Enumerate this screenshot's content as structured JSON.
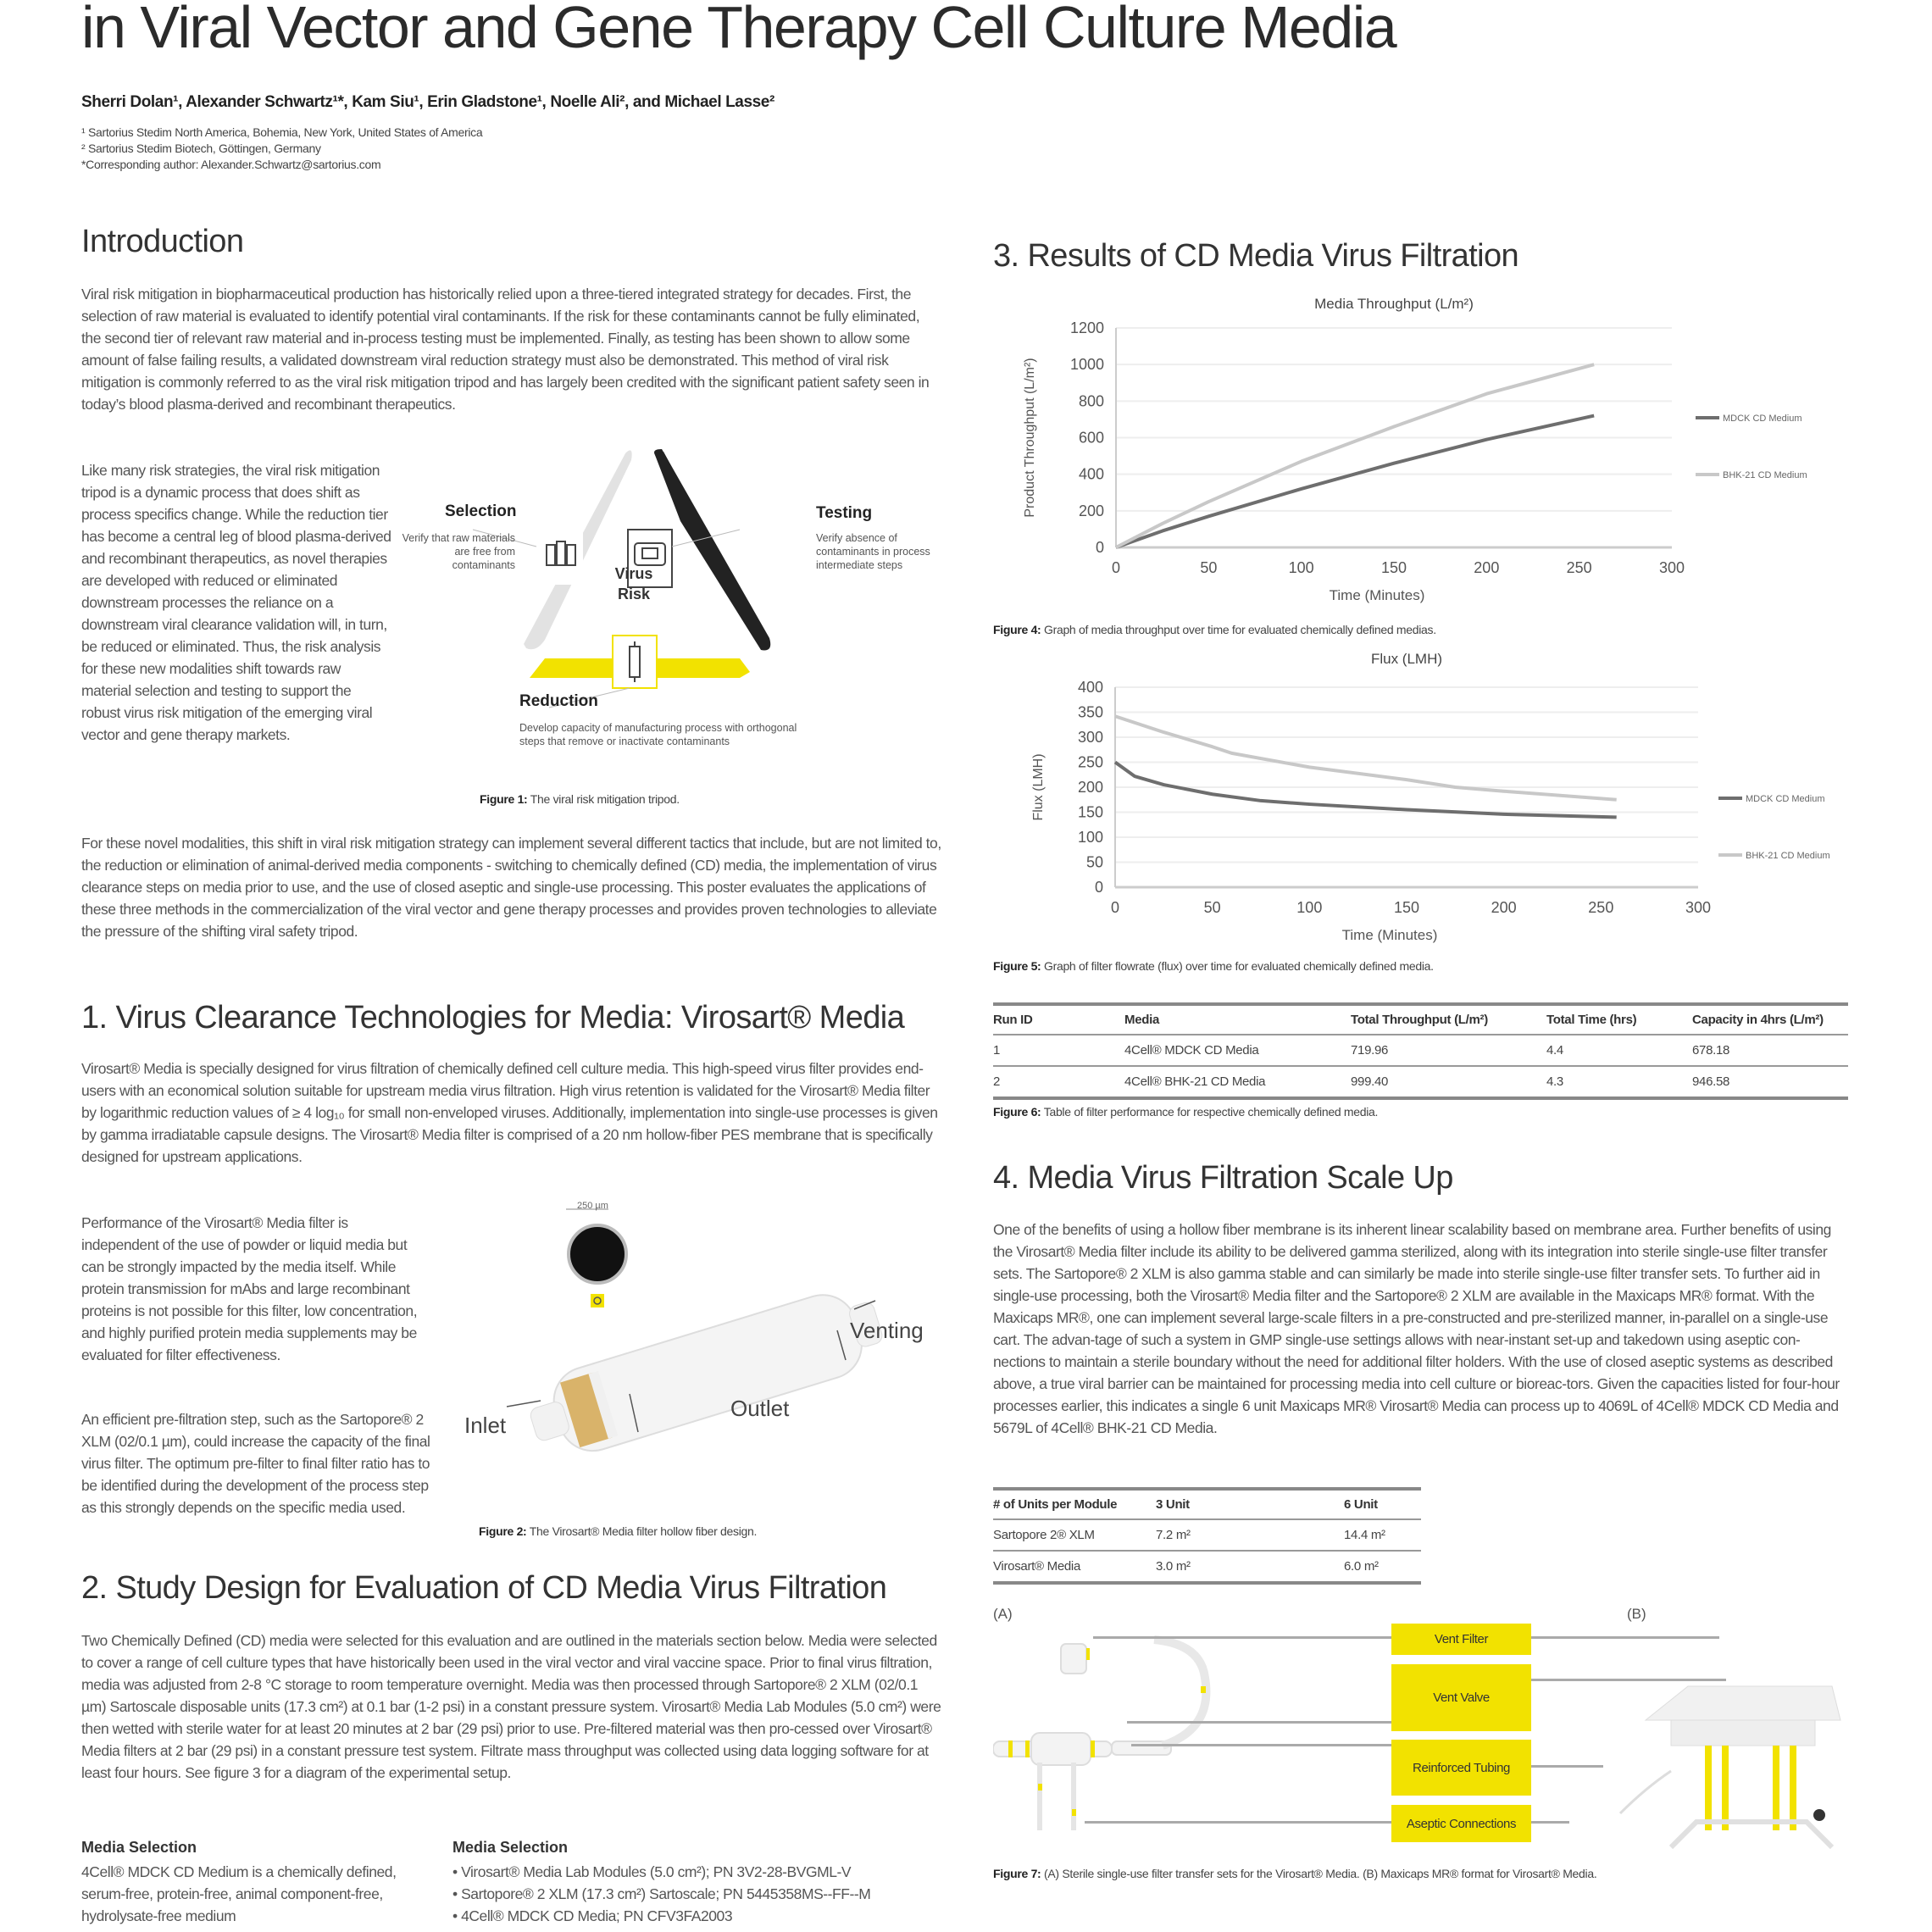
{
  "title_line": "in Viral Vector and Gene Therapy Cell Culture Media",
  "authors": "Sherri Dolan¹, Alexander Schwartz¹*, Kam Siu¹, Erin Gladstone¹, Noelle Ali², and Michael Lasse²",
  "affiliations": [
    "¹ Sartorius Stedim North America, Bohemia, New York, United States of America",
    "² Sartorius Stedim Biotech, Göttingen, Germany",
    "*Corresponding author: Alexander.Schwartz@sartorius.com"
  ],
  "intro": {
    "heading": "Introduction",
    "p1": "Viral risk mitigation in biopharmaceutical production has historically relied upon a three-tiered integrated strategy for decades. First, the selection of raw material is evaluated to identify potential viral contaminants.  If the risk for these contaminants cannot be fully eliminated, the second tier of relevant raw material and in-process testing must be implemented. Finally, as testing has been shown to allow some amount of false failing results, a validated downstream viral reduction strategy must also be demonstrated. This method of viral risk mitigation is commonly referred to as the viral risk mitigation tripod and has largely been credited with the significant patient safety seen in today’s blood plasma-derived and recombinant therapeutics.",
    "p2": "Like many risk strategies, the viral risk mitigation tripod is a dynamic process that does shift as process specifics change.  While the reduction tier has become a central leg of blood plasma-derived and recombinant therapeutics, as novel therapies are developed with reduced or eliminated downstream processes the reliance on a downstream viral clearance validation will, in turn, be reduced or eliminated. Thus, the risk analysis for these new modalities shift towards raw material selection and testing to support the robust virus risk mitigation of the emerging viral vector and gene therapy markets.",
    "p3": "For these novel modalities, this shift in viral risk mitigation strategy can implement several different tactics that include, but are not limited to, the reduction or elimination of animal-derived media components - switching to chemically defined (CD) media, the implementation of virus clearance steps on media prior to use, and the use of closed aseptic and single-use processing. This poster evaluates the applications of these three methods in the commercialization of the viral vector and gene therapy processes and provides proven technologies to alleviate the pressure of the shifting viral safety tripod."
  },
  "figure1": {
    "selection_title": "Selection",
    "selection_text": "Verify that raw materials are free from contaminants",
    "testing_title": "Testing",
    "testing_text": "Verify absence of contaminants in process intermediate steps",
    "center": "Virus Risk",
    "reduction_title": "Reduction",
    "reduction_text": "Develop capacity of manufacturing process with orthogonal steps that remove or inactivate contaminants",
    "caption_label": "Figure 1:",
    "caption": " The viral risk mitigation tripod.",
    "colors": {
      "selection": "#e2e2e2",
      "testing": "#222222",
      "reduction": "#f2e200"
    }
  },
  "section1": {
    "heading": "1. Virus Clearance Technologies for Media: Virosart® Media",
    "p1": "Virosart® Media is specially designed for virus filtration of chemically defined cell culture media. This high-speed virus filter provides end-users with an economical solution suitable for upstream media virus filtration. High virus retention is validated for the Virosart® Media filter by logarithmic reduction values of ≥ 4 log₁₀ for small non-enveloped viruses. Additionally, implementation into single-use processes is given by gamma irradiatable capsule designs. The Virosart® Media filter is comprised of a 20 nm hollow-fiber PES membrane that is specifically designed for upstream applications.",
    "p2": "Performance of the Virosart® Media filter is independent of the use of powder or liquid media but can be strongly impacted by the media itself. While protein transmission for mAbs and large recombinant proteins is not possible for this filter, low concentration, and highly purified protein media supplements may be evaluated for filter effectiveness.",
    "p3": "An efficient pre-filtration step, such as the Sartopore® 2 XLM (02/0.1 µm), could increase the capacity of the final virus filter. The optimum pre-filter to final filter ratio has to be identified during the development of the process step as this strongly depends on the specific media used."
  },
  "figure2": {
    "scale": "250 µm",
    "inlet": "Inlet",
    "outlet": "Outlet",
    "venting": "Venting",
    "caption_label": "Figure 2:",
    "caption": " The Virosart® Media filter hollow fiber design."
  },
  "section2": {
    "heading": "2. Study Design for Evaluation of CD Media Virus Filtration",
    "p1": "Two Chemically Defined (CD) media were selected for this evaluation and are outlined in the materials section below.  Media were selected to cover a range of cell culture types that have historically been used in the viral vector and viral vaccine space. Prior to final virus filtration, media was adjusted from  2-8 °C storage to room temperature overnight.  Media was then processed through Sartopore® 2 XLM  (02/0.1 µm) Sartoscale disposable units (17.3 cm²) at 0.1 bar (1-2 psi) in a constant pressure system. Virosart® Media Lab Modules (5.0 cm²) were then wetted with sterile water for at least 20 minutes at 2 bar (29 psi) prior to use. Pre-filtered material was then pro-cessed over Virosart® Media filters at 2 bar (29 psi) in a constant pressure test system. Filtrate mass throughput was collected using data logging software for at least four hours. See figure 3 for a diagram of the experimental setup.",
    "media_heading": "Media Selection",
    "media_text": "4Cell® MDCK CD Medium is a chemically defined, serum-free, protein-free, animal component-free, hydrolysate-free medium",
    "materials_heading": "Media Selection",
    "materials": [
      "• Virosart® Media Lab Modules (5.0 cm²); PN 3V2-28-BVGML-V",
      "• Sartopore® 2 XLM (17.3 cm²) Sartoscale; PN 5445358MS--FF--M",
      "• 4Cell® MDCK CD Media; PN CFV3FA2003"
    ]
  },
  "section3": {
    "heading": "3. Results of CD Media Virus Filtration",
    "fig4_caption_label": "Figure 4:",
    "fig4_caption": " Graph of media throughput over time for evaluated chemically defined medias.",
    "fig5_caption_label": "Figure 5:",
    "fig5_caption": " Graph of filter flowrate (flux) over time for evaluated chemically defined media.",
    "table": {
      "headers": [
        "Run ID",
        "Media",
        "Total Throughput (L/m²)",
        "Total Time (hrs)",
        "Capacity  in 4hrs (L/m²)"
      ],
      "rows": [
        [
          "1",
          "4Cell® MDCK CD Media",
          "719.96",
          "4.4",
          "678.18"
        ],
        [
          "2",
          "4Cell® BHK-21 CD Media",
          "999.40",
          "4.3",
          "946.58"
        ]
      ]
    },
    "fig6_caption_label": "Figure 6:",
    "fig6_caption": " Table of filter performance for respective chemically defined media."
  },
  "chart_data": [
    {
      "type": "line",
      "title": "Media Throughput (L/m²)",
      "xlabel": "Time (Minutes)",
      "ylabel": "Product Throughput (L/m²)",
      "xlim": [
        0,
        300
      ],
      "ylim": [
        0,
        1200
      ],
      "xticks": [
        0,
        50,
        100,
        150,
        200,
        250,
        300
      ],
      "yticks": [
        0,
        200,
        400,
        600,
        800,
        1000,
        1200
      ],
      "grid": true,
      "legend": "right",
      "series": [
        {
          "name": "MDCK CD Medium",
          "color": "#6e6e6e",
          "x": [
            0,
            25,
            50,
            100,
            150,
            200,
            258
          ],
          "y": [
            0,
            90,
            170,
            320,
            460,
            590,
            720
          ]
        },
        {
          "name": "BHK-21 CD Medium",
          "color": "#c8c8c8",
          "x": [
            0,
            25,
            50,
            100,
            150,
            200,
            258
          ],
          "y": [
            0,
            130,
            250,
            470,
            660,
            840,
            1000
          ]
        }
      ]
    },
    {
      "type": "line",
      "title": "Flux (LMH)",
      "xlabel": "Time (Minutes)",
      "ylabel": "Flux (LMH)",
      "xlim": [
        0,
        300
      ],
      "ylim": [
        0,
        400
      ],
      "xticks": [
        0,
        50,
        100,
        150,
        200,
        250,
        300
      ],
      "yticks": [
        0,
        50,
        100,
        150,
        200,
        250,
        300,
        350,
        400
      ],
      "grid": true,
      "legend": "right",
      "series": [
        {
          "name": "MDCK CD Medium",
          "color": "#6e6e6e",
          "x": [
            0,
            10,
            25,
            50,
            75,
            100,
            150,
            200,
            258
          ],
          "y": [
            250,
            222,
            205,
            186,
            173,
            166,
            155,
            146,
            140
          ]
        },
        {
          "name": "BHK-21 CD Medium",
          "color": "#c8c8c8",
          "x": [
            0,
            25,
            50,
            60,
            100,
            150,
            175,
            200,
            258
          ],
          "y": [
            342,
            310,
            281,
            268,
            240,
            215,
            200,
            192,
            175
          ]
        }
      ]
    }
  ],
  "section4": {
    "heading": "4. Media Virus Filtration Scale Up",
    "p1": "One of the benefits of using a hollow fiber membrane is its inherent linear scalability based on membrane area. Further benefits of using the Virosart® Media filter include its ability to be delivered gamma sterilized, along with its integration into sterile single-use filter transfer sets. The Sartopore® 2 XLM is also gamma stable and can similarly be made into sterile single-use filter transfer sets. To further aid in single-use processing, both the Virosart® Media filter and the Sartopore® 2 XLM are available in the Maxicaps MR® format. With the Maxicaps MR®, one can implement several large-scale filters in a pre-constructed and pre-sterilized manner, in-parallel on a single-use cart. The advan-tage of such a  system in GMP single-use settings allows with near-instant set-up and takedown using aseptic con-nections to maintain a sterile boundary without the need for additional filter holders. With the use of closed aseptic systems as described above, a true viral barrier can be maintained for processing media into cell culture or bioreac-tors.  Given the capacities listed for four-hour processes earlier, this indicates a single 6 unit Maxicaps MR® Virosart® Media can process up to 4069L of 4Cell® MDCK CD Media and 5679L of 4Cell® BHK-21 CD Media.",
    "table": {
      "headers": [
        "# of Units per Module",
        "3 Unit",
        "6 Unit"
      ],
      "rows": [
        [
          "Sartopore 2® XLM",
          "7.2 m²",
          "14.4 m²"
        ],
        [
          "Virosart® Media",
          "3.0 m²",
          "6.0 m²"
        ]
      ]
    }
  },
  "figure7": {
    "label_a": "(A)",
    "label_b": "(B)",
    "callouts": [
      "Vent Filter",
      "Vent Valve",
      "Reinforced Tubing",
      "Aseptic Connections"
    ],
    "caption_label": "Figure 7:",
    "caption": " (A) Sterile single-use filter transfer sets for the Virosart® Media.  (B) Maxicaps MR® format for Virosart® Media.",
    "accent": "#f2e200"
  }
}
